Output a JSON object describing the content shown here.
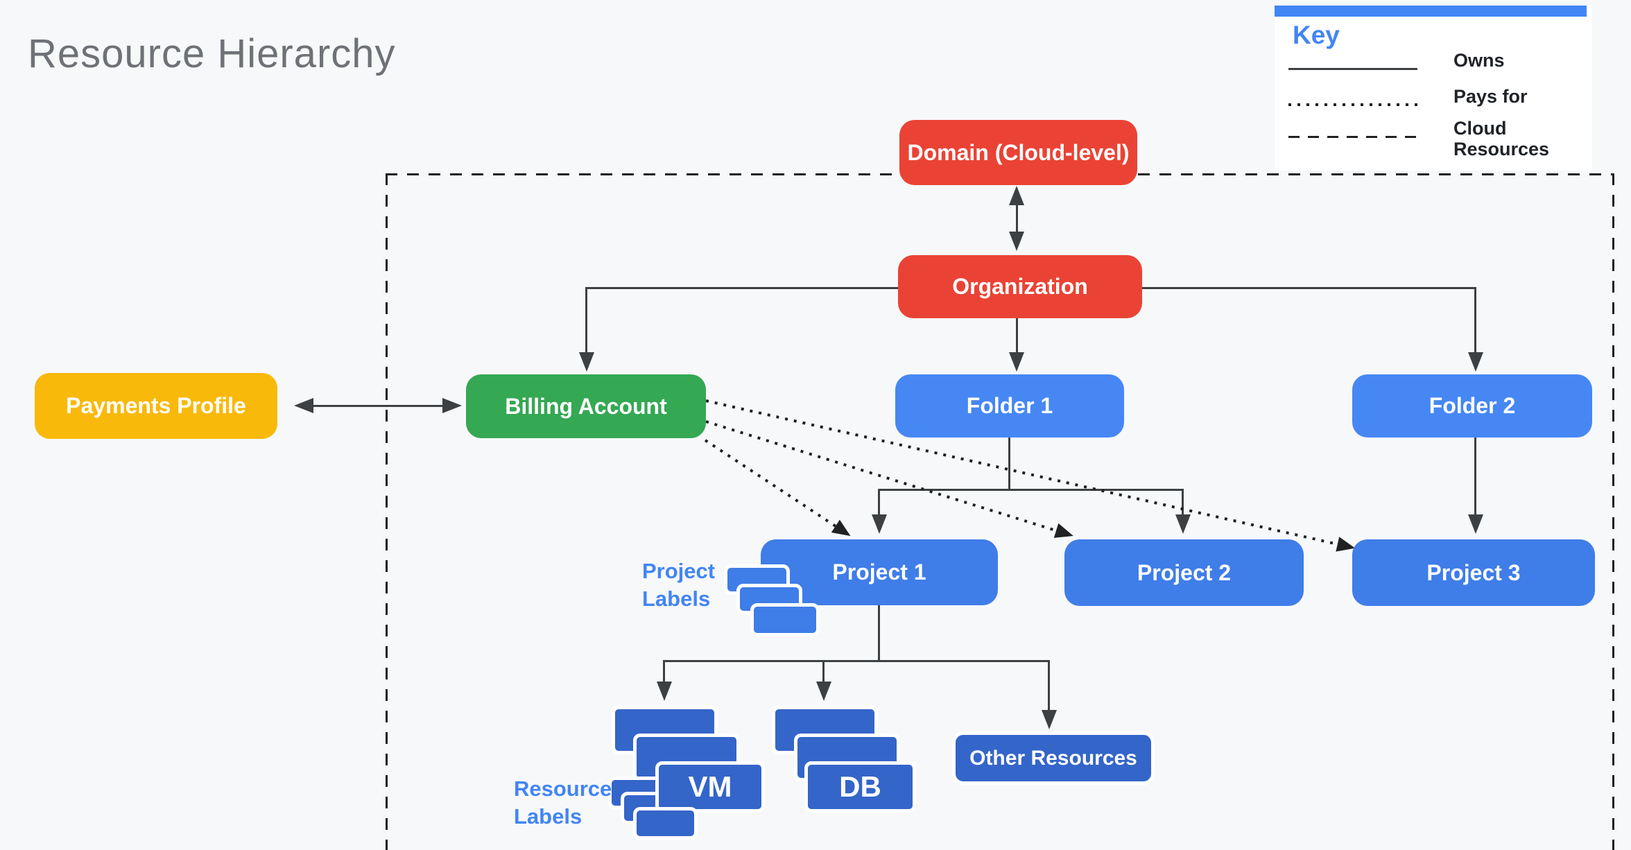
{
  "title": "Resource Hierarchy",
  "legend": {
    "title": "Key",
    "items": [
      {
        "line_style": "solid",
        "label": "Owns"
      },
      {
        "line_style": "dotted",
        "label": "Pays for"
      },
      {
        "line_style": "dashed",
        "label": "Cloud Resources"
      }
    ]
  },
  "nodes": {
    "domain": "Domain (Cloud-level)",
    "organization": "Organization",
    "payments_profile": "Payments Profile",
    "billing_account": "Billing Account",
    "folder1": "Folder 1",
    "folder2": "Folder 2",
    "project1": "Project 1",
    "project2": "Project 2",
    "project3": "Project 3",
    "vm": "VM",
    "db": "DB",
    "other_resources": "Other Resources"
  },
  "annotations": {
    "project_labels": "Project Labels",
    "resource_labels": "Resource Labels"
  },
  "colors": {
    "background": "#F7F8FA",
    "red": "#EA4335",
    "green": "#34A853",
    "yellow": "#F9B90B",
    "folder_blue": "#4687F4",
    "project_blue": "#3F7DE8",
    "resource_blue": "#3465C9",
    "label_text_blue": "#4285F4",
    "solid_line": "#3C4043",
    "dashed_line": "#1B1D1F",
    "title_gray": "#6E7277",
    "legend_bar_blue": "#4285F4"
  }
}
